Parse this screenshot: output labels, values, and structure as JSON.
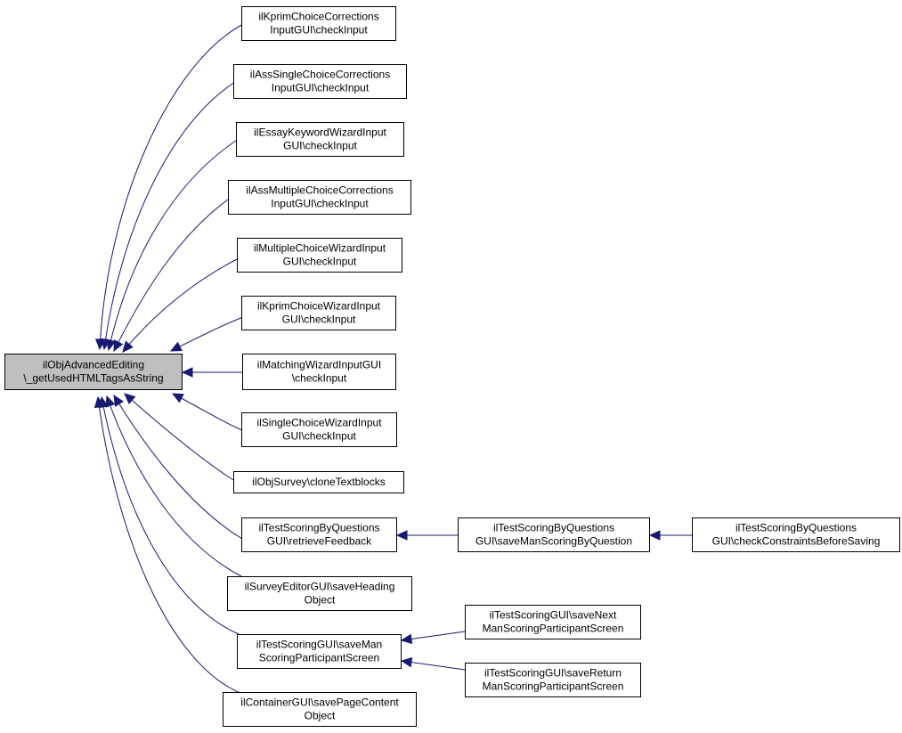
{
  "diagram": {
    "type": "call-graph",
    "colors": {
      "edge": "#191970",
      "root_fill": "#bfbfbf",
      "node_fill": "#ffffff",
      "node_stroke": "#000000"
    },
    "nodes": [
      {
        "id": "root",
        "lines": [
          "ilObjAdvancedEditing",
          "\\_getUsedHTMLTagsAsString"
        ],
        "highlight": true
      },
      {
        "id": "n1",
        "lines": [
          "ilKprimChoiceCorrections",
          "InputGUI\\checkInput"
        ]
      },
      {
        "id": "n2",
        "lines": [
          "ilAssSingleChoiceCorrections",
          "InputGUI\\checkInput"
        ]
      },
      {
        "id": "n3",
        "lines": [
          "ilEssayKeywordWizardInput",
          "GUI\\checkInput"
        ]
      },
      {
        "id": "n4",
        "lines": [
          "ilAssMultipleChoiceCorrections",
          "InputGUI\\checkInput"
        ]
      },
      {
        "id": "n5",
        "lines": [
          "ilMultipleChoiceWizardInput",
          "GUI\\checkInput"
        ]
      },
      {
        "id": "n6",
        "lines": [
          "ilKprimChoiceWizardInput",
          "GUI\\checkInput"
        ]
      },
      {
        "id": "n7",
        "lines": [
          "ilMatchingWizardInputGUI",
          "\\checkInput"
        ]
      },
      {
        "id": "n8",
        "lines": [
          "ilSingleChoiceWizardInput",
          "GUI\\checkInput"
        ]
      },
      {
        "id": "n9",
        "lines": [
          "ilObjSurvey\\cloneTextblocks"
        ]
      },
      {
        "id": "n10",
        "lines": [
          "ilTestScoringByQuestions",
          "GUI\\retrieveFeedback"
        ]
      },
      {
        "id": "n11",
        "lines": [
          "ilSurveyEditorGUI\\saveHeading",
          "Object"
        ]
      },
      {
        "id": "n12",
        "lines": [
          "ilTestScoringGUI\\saveMan",
          "ScoringParticipantScreen"
        ]
      },
      {
        "id": "n13",
        "lines": [
          "ilContainerGUI\\savePageContent",
          "Object"
        ]
      },
      {
        "id": "n14",
        "lines": [
          "ilTestScoringByQuestions",
          "GUI\\saveManScoringByQuestion"
        ]
      },
      {
        "id": "n15",
        "lines": [
          "ilTestScoringByQuestions",
          "GUI\\checkConstraintsBeforeSaving"
        ]
      },
      {
        "id": "n16",
        "lines": [
          "ilTestScoringGUI\\saveNext",
          "ManScoringParticipantScreen"
        ]
      },
      {
        "id": "n17",
        "lines": [
          "ilTestScoringGUI\\saveReturn",
          "ManScoringParticipantScreen"
        ]
      }
    ],
    "edges": [
      {
        "from": "n1",
        "to": "root"
      },
      {
        "from": "n2",
        "to": "root"
      },
      {
        "from": "n3",
        "to": "root"
      },
      {
        "from": "n4",
        "to": "root"
      },
      {
        "from": "n5",
        "to": "root"
      },
      {
        "from": "n6",
        "to": "root"
      },
      {
        "from": "n7",
        "to": "root"
      },
      {
        "from": "n8",
        "to": "root"
      },
      {
        "from": "n9",
        "to": "root"
      },
      {
        "from": "n10",
        "to": "root"
      },
      {
        "from": "n11",
        "to": "root"
      },
      {
        "from": "n12",
        "to": "root"
      },
      {
        "from": "n13",
        "to": "root"
      },
      {
        "from": "n14",
        "to": "n10"
      },
      {
        "from": "n15",
        "to": "n14"
      },
      {
        "from": "n16",
        "to": "n12"
      },
      {
        "from": "n17",
        "to": "n12"
      }
    ]
  }
}
